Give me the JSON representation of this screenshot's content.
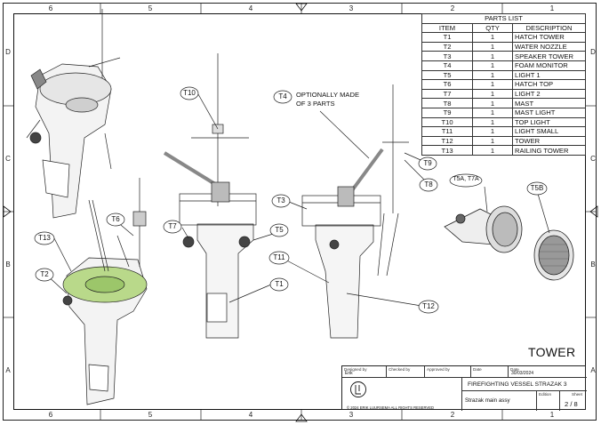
{
  "zones": {
    "top": [
      "6",
      "5",
      "4",
      "3",
      "2",
      "1"
    ],
    "bottom": [
      "6",
      "5",
      "4",
      "3",
      "2",
      "1"
    ],
    "left": [
      "D",
      "C",
      "B",
      "A"
    ],
    "right": [
      "D",
      "C",
      "B",
      "A"
    ]
  },
  "parts_list": {
    "title": "PARTS LIST",
    "headers": [
      "ITEM",
      "QTY",
      "DESCRIPTION"
    ],
    "rows": [
      [
        "T1",
        "1",
        "HATCH TOWER"
      ],
      [
        "T2",
        "1",
        "WATER NOZZLE"
      ],
      [
        "T3",
        "1",
        "SPEAKER TOWER"
      ],
      [
        "T4",
        "1",
        "FOAM MONITOR"
      ],
      [
        "T5",
        "1",
        "LIGHT 1"
      ],
      [
        "T6",
        "1",
        "HATCH TOP"
      ],
      [
        "T7",
        "1",
        "LIGHT 2"
      ],
      [
        "T8",
        "1",
        "MAST"
      ],
      [
        "T9",
        "1",
        "MAST LIGHT"
      ],
      [
        "T10",
        "1",
        "TOP LIGHT"
      ],
      [
        "T11",
        "1",
        "LIGHT SMALL"
      ],
      [
        "T12",
        "1",
        "TOWER"
      ],
      [
        "T13",
        "1",
        "RAILING TOWER"
      ]
    ]
  },
  "callouts": {
    "t1": "T1",
    "t2": "T2",
    "t3": "T3",
    "t4": "T4",
    "t5": "T5",
    "t6": "T6",
    "t7": "T7",
    "t8": "T8",
    "t9": "T9",
    "t10": "T10",
    "t11": "T11",
    "t12": "T12",
    "t13": "T13",
    "t5a_t7a": "T5A, T7A",
    "t5b": "T5B"
  },
  "note": {
    "line1": "OPTIONALLY MADE",
    "line2": "OF 3 PARTS"
  },
  "sheet_title": "TOWER",
  "title_block": {
    "designed_by_label": "Designed by",
    "designed_by": "Erik",
    "checked_by_label": "Checked by",
    "approved_by_label": "Approved by",
    "date_label": "Date",
    "date_label2": "Date",
    "date": "30/03/2024",
    "project": "FIREFIGHTING VESSEL STRAZAK 3",
    "copyright": "© 2024 ERIK LUURSEMA ALL RIGHTS RESERVED",
    "drawing_name": "Strazak main assy",
    "edition_label": "Edition",
    "sheet_label": "Sheet",
    "sheet": "2 / 8"
  }
}
